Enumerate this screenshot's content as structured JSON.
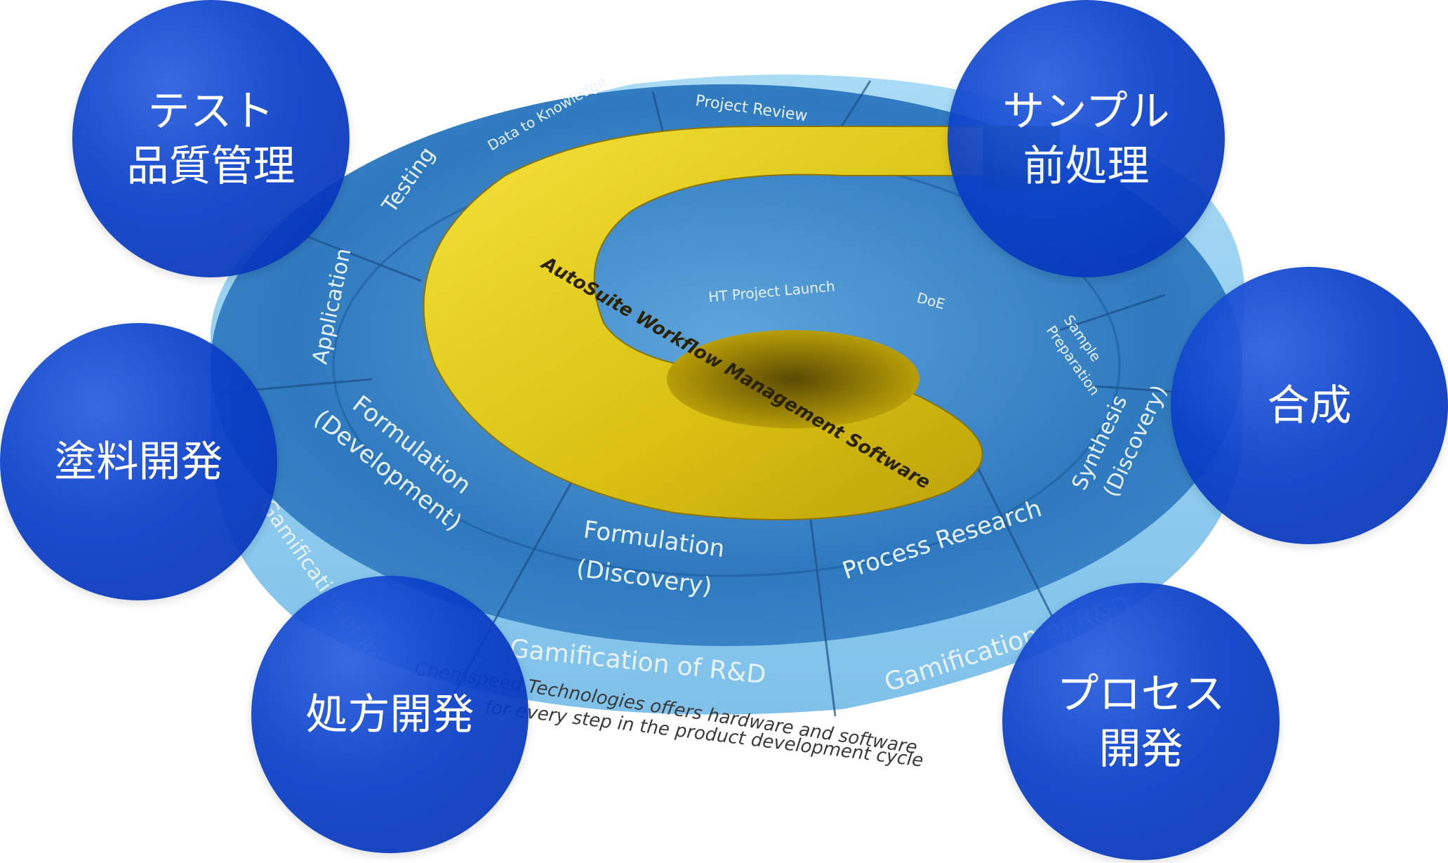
{
  "diagram": {
    "segments": {
      "project_review": "Project Review",
      "data_to_knowledge": "Data to Knowledge",
      "testing": "Testing",
      "application": "Application",
      "formulation_development_1": "Formulation",
      "formulation_development_2": "(Development)",
      "formulation_discovery_1": "Formulation",
      "formulation_discovery_2": "(Discovery)",
      "process_research": "Process Research",
      "synthesis_1": "Synthesis",
      "synthesis_2": "(Discovery)",
      "sample_preparation_1": "Sample",
      "sample_preparation_2": "Preparation",
      "doe": "DoE",
      "ht_project_launch": "HT Project Launch",
      "gamification_1": "Gamification of R&D",
      "gamification_2": "Gamification of R&D",
      "gamification_3": "Gamification of R&D"
    },
    "spiral_label": "AutoSuite Workflow Management Software",
    "caption_line1": "Chemspeed Technologies offers hardware and software",
    "caption_line2": "for every step in the product development cycle"
  },
  "circles": {
    "test": "テスト\n品質管理",
    "sample": "サンプル\n前処理",
    "paint": "塗料開発",
    "synthesis": "合成",
    "formulation": "処方開発",
    "process": "プロセス\n開発"
  },
  "colors": {
    "disc_blue": "#0a3fc8",
    "ring_blue": "#2f79bf",
    "ring_light": "#9fd0ef",
    "spiral_yellow": "#e9d11a"
  }
}
